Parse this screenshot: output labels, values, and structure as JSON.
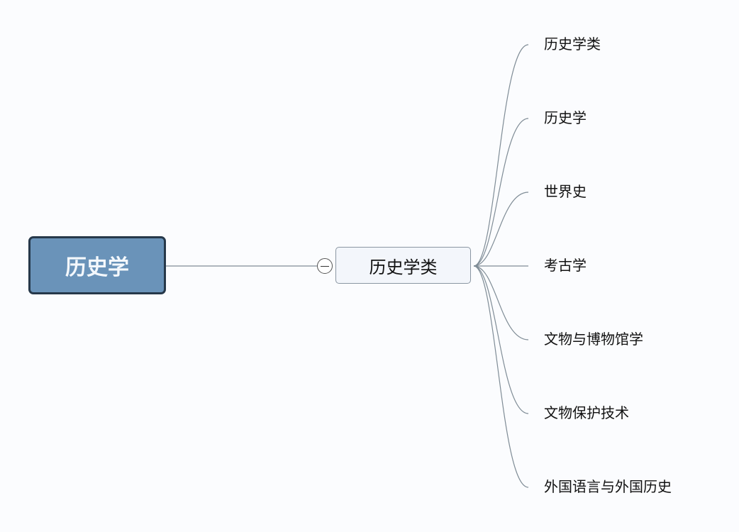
{
  "root": {
    "label": "历史学"
  },
  "branch": {
    "label": "历史学类",
    "collapse_icon": "minus-circle-icon"
  },
  "leaves": [
    "历史学类",
    "历史学",
    "世界史",
    "考古学",
    "文物与博物馆学",
    "文物保护技术",
    "外国语言与外国历史"
  ],
  "colors": {
    "root_fill": "#6a93b9",
    "root_border": "#26384a",
    "line": "#7f8c96"
  }
}
